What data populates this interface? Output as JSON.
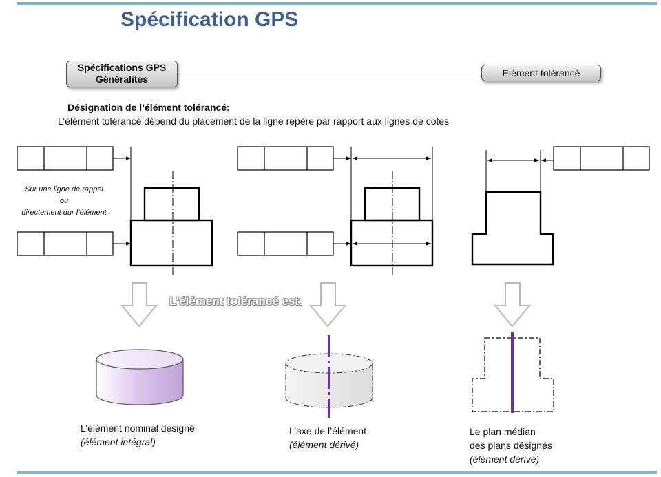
{
  "header": {
    "title": "Spécification GPS"
  },
  "breadcrumb": {
    "left_line1": "Spécifications GPS",
    "left_line2": "Généralités",
    "right": "Elément tolérancé"
  },
  "section": {
    "heading": "Désignation de l’élément tolérancé:",
    "description": "L’élément tolérancé dépend du placement de la ligne repère par rapport aux lignes de cotes"
  },
  "side_note": {
    "line1": "Sur une ligne de rappel",
    "line2": "ou",
    "line3": "directement dur l’élément"
  },
  "middle_label": "L’élément tolérancé est:",
  "results": [
    {
      "line1": "L’élément nominal désigné",
      "line2": "(élément intégral)"
    },
    {
      "line1": "L’axe de l’élément",
      "line2": "(élément dérivé)"
    },
    {
      "line1": "Le plan médian",
      "line2": "des plans désignés",
      "line3": "(élément dérivé)"
    }
  ],
  "colors": {
    "title": "#3c5f8e",
    "rule": "#7fb5cc",
    "cylinder_fill": "#d9c4ea",
    "axis_purple": "#7030a0"
  }
}
